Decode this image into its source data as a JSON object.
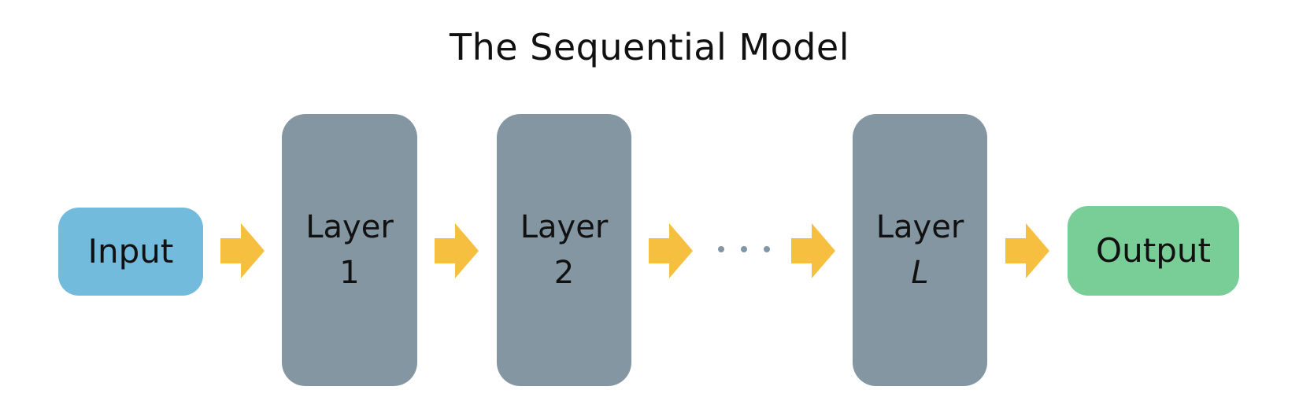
{
  "diagram": {
    "title": "The Sequential Model",
    "input_label": "Input",
    "output_label": "Output",
    "layers": [
      {
        "line1": "Layer",
        "line2": "1"
      },
      {
        "line1": "Layer",
        "line2": "2"
      },
      {
        "line1": "Layer",
        "line2": "L"
      }
    ],
    "ellipsis": "···",
    "colors": {
      "input_box": "#72bbdd",
      "output_box": "#79cd97",
      "layer_box": "#8496a2",
      "arrow": "#f6bf40",
      "dots": "#8296a3"
    },
    "icons": [
      "arrow-right-icon"
    ]
  }
}
